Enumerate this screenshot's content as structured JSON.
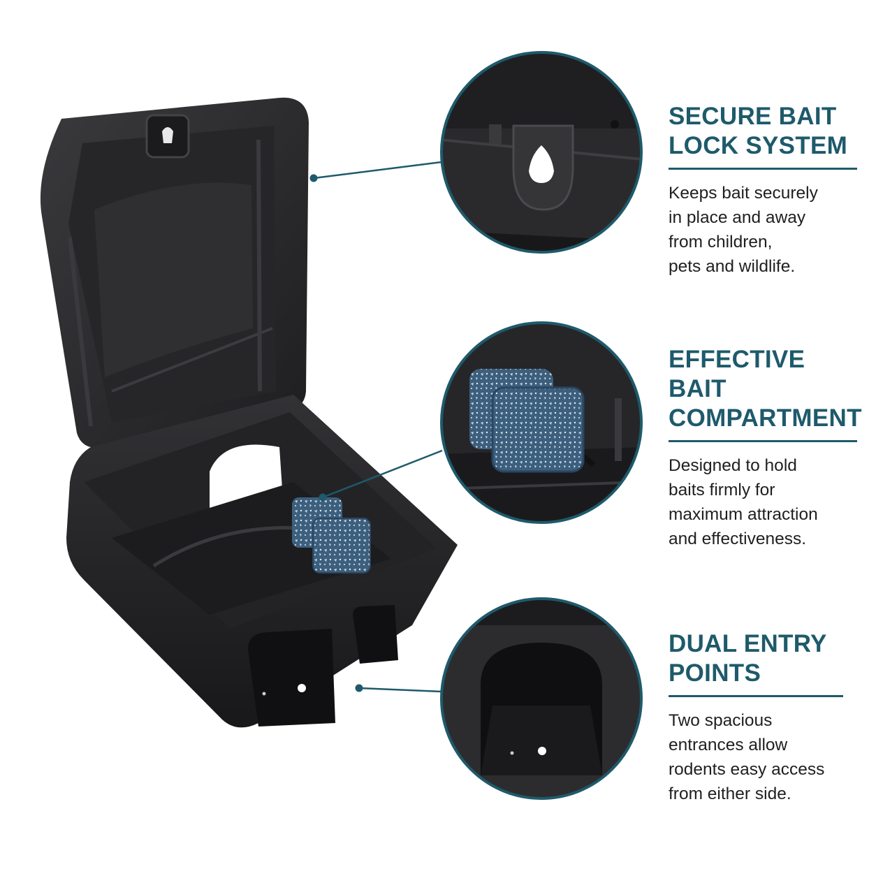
{
  "colors": {
    "accent": "#1e5a6b",
    "product": "#2b2b2d",
    "bait": "#3d5f7e"
  },
  "features": [
    {
      "title": "SECURE BAIT\nLOCK SYSTEM",
      "description": "Keeps bait securely\nin place and away\nfrom children,\npets and wildlife.",
      "detail_view": "lock-closeup"
    },
    {
      "title": "EFFECTIVE\nBAIT\nCOMPARTMENT",
      "description": "Designed to hold\nbaits firmly for\nmaximum attraction\nand effectiveness.",
      "detail_view": "bait-closeup"
    },
    {
      "title": "DUAL ENTRY\nPOINTS",
      "description": "Two spacious\nentrances allow\nrodents easy access\nfrom either side.",
      "detail_view": "entry-closeup"
    }
  ]
}
